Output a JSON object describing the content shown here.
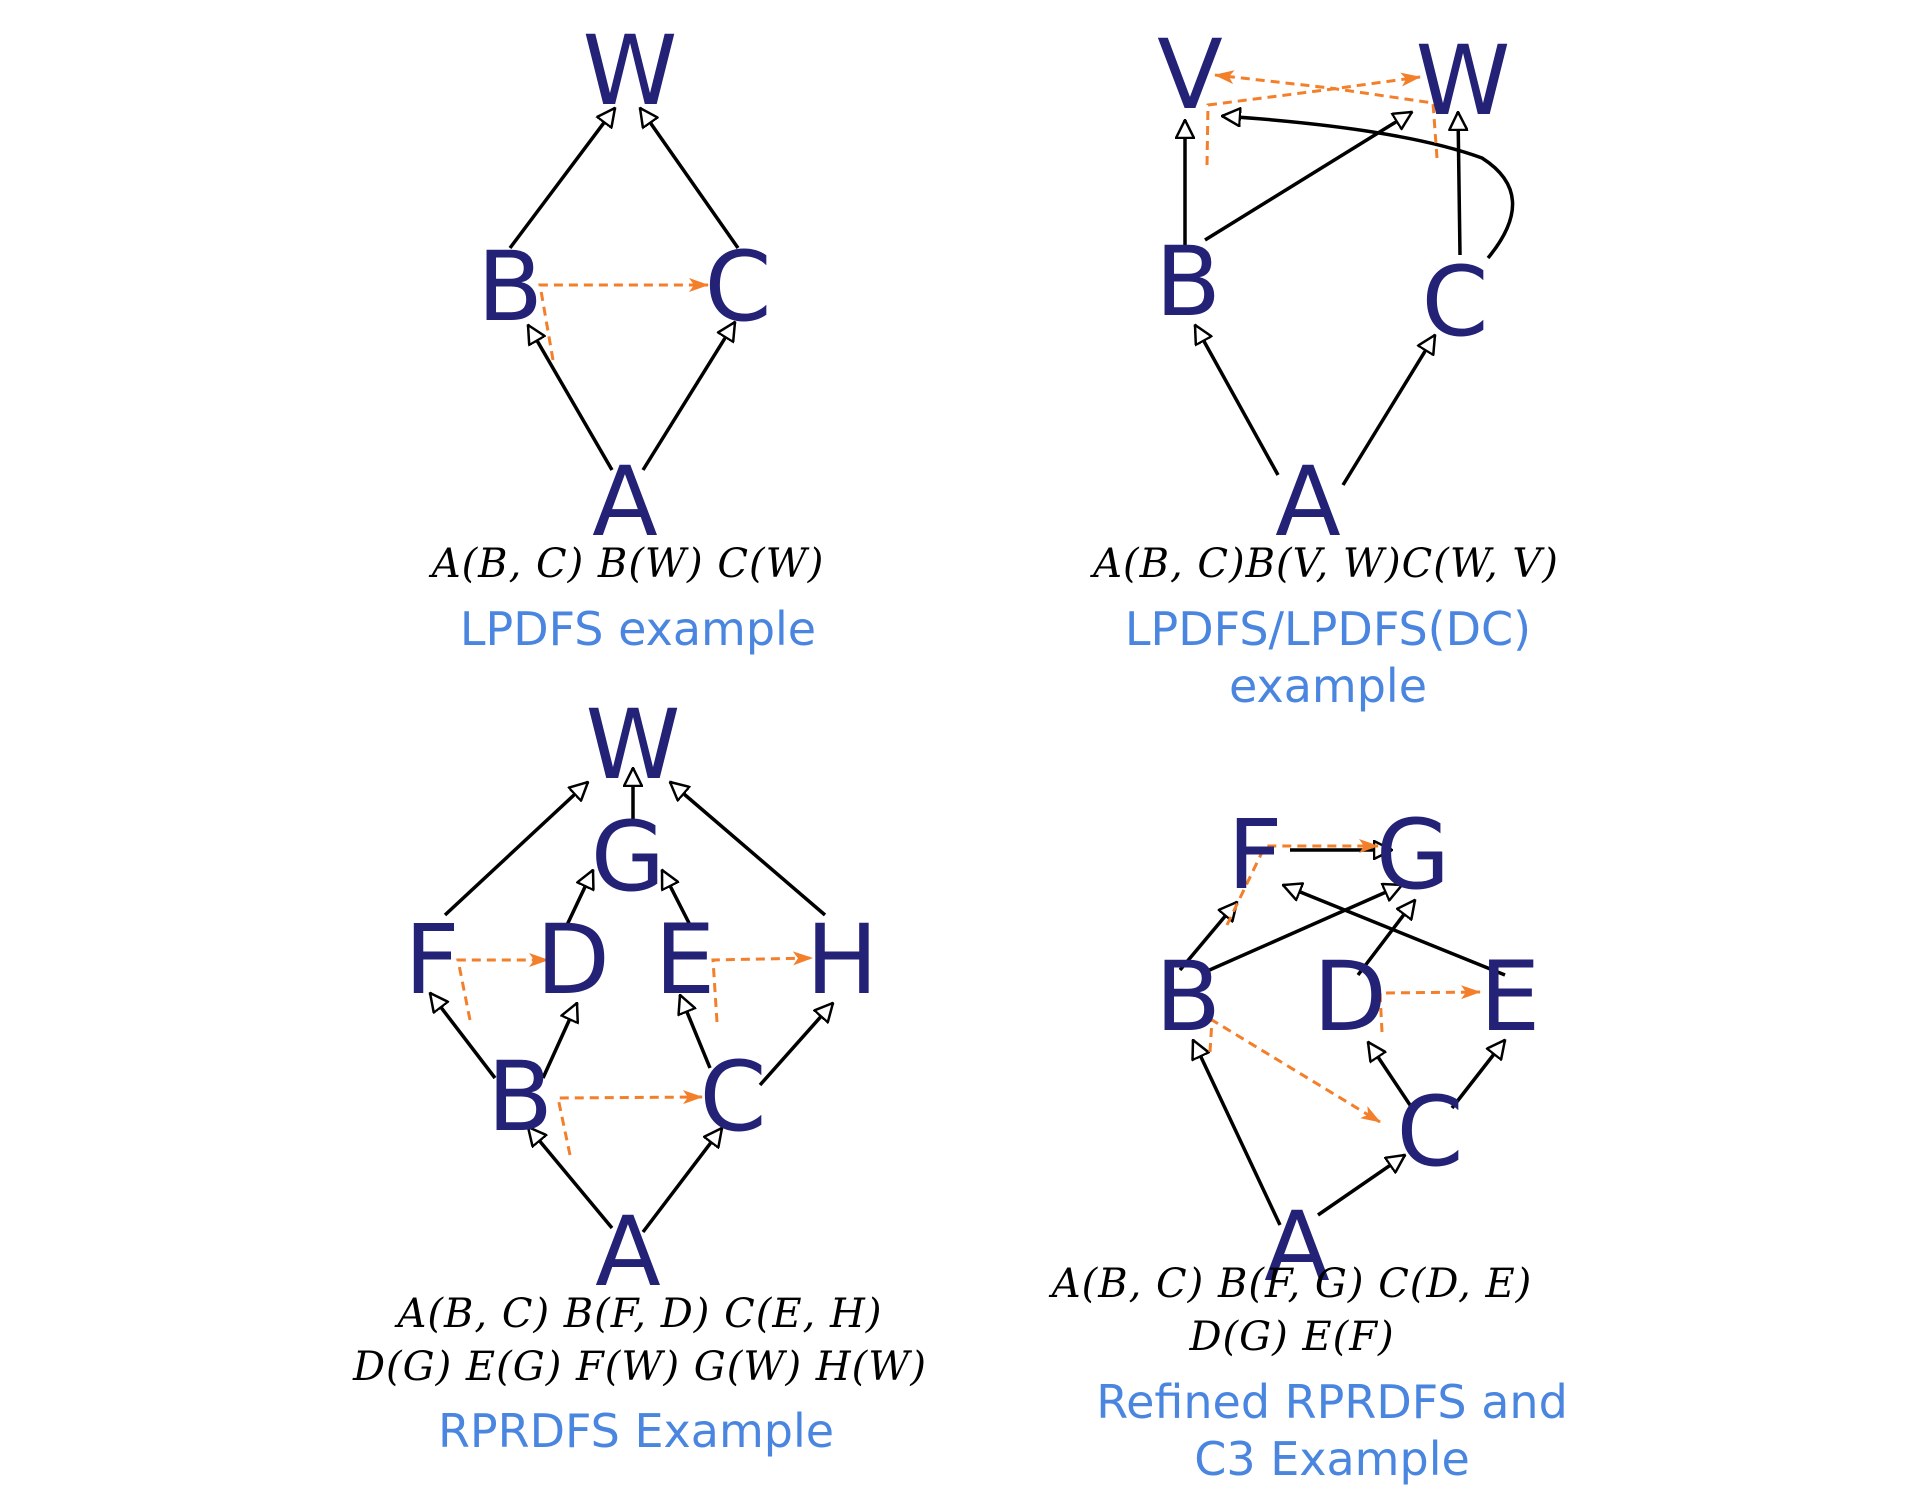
{
  "colors": {
    "node": "#232277",
    "caption": "#4a86e0",
    "order": "#f37f2a",
    "edge": "#000000"
  },
  "panels": [
    {
      "id": "tl",
      "nodes": {
        "W": "W",
        "B": "B",
        "C": "C",
        "A": "A"
      },
      "formula": [
        "A(B, C) B(W) C(W)"
      ],
      "caption": [
        "LPDFS example"
      ]
    },
    {
      "id": "tr",
      "nodes": {
        "V": "V",
        "W": "W",
        "B": "B",
        "C": "C",
        "A": "A"
      },
      "formula": [
        "A(B, C)B(V, W)C(W, V)"
      ],
      "caption": [
        "LPDFS/LPDFS(DC)",
        "example"
      ]
    },
    {
      "id": "bl",
      "nodes": {
        "W": "W",
        "G": "G",
        "F": "F",
        "D": "D",
        "E": "E",
        "H": "H",
        "B": "B",
        "C": "C",
        "A": "A"
      },
      "formula": [
        "A(B, C) B(F, D) C(E, H)",
        "D(G) E(G) F(W) G(W) H(W)"
      ],
      "caption": [
        "RPRDFS Example"
      ]
    },
    {
      "id": "br",
      "nodes": {
        "F": "F",
        "G": "G",
        "B": "B",
        "D": "D",
        "E": "E",
        "C": "C",
        "A": "A"
      },
      "formula": [
        "A(B, C) B(F, G) C(D, E)",
        "D(G) E(F)"
      ],
      "caption": [
        "Refined RPRDFS and",
        "C3 Example"
      ]
    }
  ]
}
